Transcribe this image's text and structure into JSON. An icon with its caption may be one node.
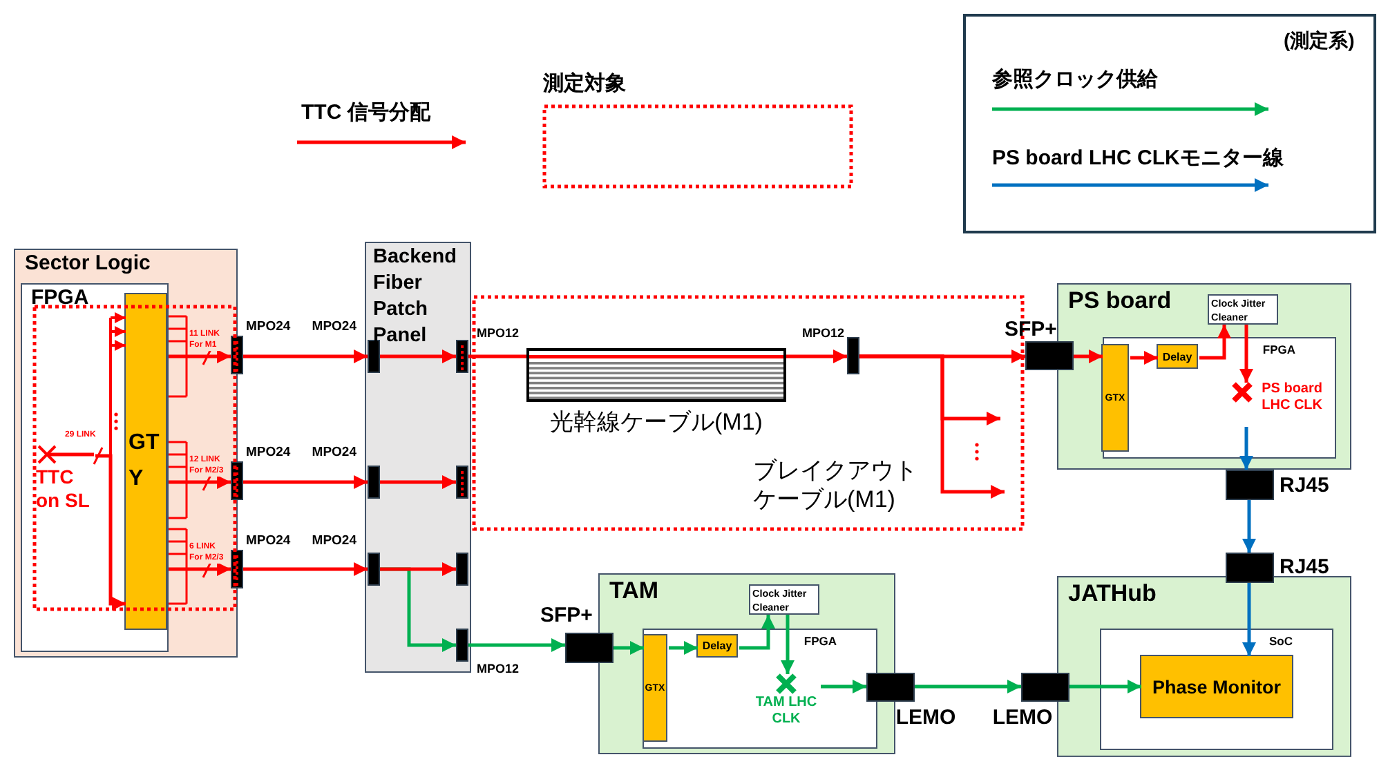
{
  "diagram": {
    "nodes": [
      {
        "text": [
          "Sector Logic"
        ]
      },
      {
        "text": [
          "FPGA"
        ],
        "in": 0
      },
      {
        "text": [
          "GTY"
        ],
        "in": 1
      },
      {
        "text": [
          "TTC on SL"
        ],
        "in": 1
      },
      {
        "text": [],
        "shape": "box",
        "beside": [
          "MPO24"
        ]
      },
      {
        "text": [],
        "shape": "box",
        "beside": [
          "MPO24"
        ]
      },
      {
        "text": [],
        "shape": "box",
        "beside": [
          "MPO24"
        ]
      },
      {
        "text": [
          "Backend Fiber Patch Panel"
        ]
      },
      {
        "text": [],
        "shape": "box",
        "beside": [
          "MPO24"
        ],
        "in": 7
      },
      {
        "text": [],
        "shape": "box",
        "beside": [
          "MPO24"
        ],
        "in": 7
      },
      {
        "text": [],
        "shape": "box",
        "beside": [
          "MPO24"
        ],
        "in": 7
      },
      {
        "text": [],
        "shape": "box",
        "beside": [
          "MPO12"
        ],
        "in": 7
      },
      {
        "text": [],
        "shape": "box",
        "in": 7
      },
      {
        "text": [],
        "shape": "box",
        "in": 7
      },
      {
        "text": [],
        "shape": "box",
        "beside": [
          "MPO12"
        ],
        "in": 7
      },
      {
        "text": [],
        "shape": "cable",
        "beside": [
          "光幹線ケーブル(M1)"
        ]
      },
      {
        "text": [],
        "shape": "box",
        "beside": [
          "MPO12"
        ]
      },
      {
        "text": [
          "PS board"
        ]
      },
      {
        "text": [
          "Clock Jitter Cleaner"
        ],
        "in": 17
      },
      {
        "text": [
          "FPGA"
        ],
        "in": 17
      },
      {
        "text": [
          "GTX"
        ],
        "in": 19
      },
      {
        "text": [
          "Delay"
        ],
        "in": 19
      },
      {
        "text": [
          "PS board LHC CLK"
        ],
        "in": 19
      },
      {
        "text": [],
        "shape": "box",
        "beside": [
          "SFP+"
        ]
      },
      {
        "text": [],
        "shape": "box",
        "beside": [
          "RJ45"
        ]
      },
      {
        "text": [],
        "shape": "box",
        "beside": [
          "RJ45"
        ]
      },
      {
        "text": [
          "TAM"
        ]
      },
      {
        "text": [
          "Clock Jitter Cleaner"
        ],
        "in": 26
      },
      {
        "text": [
          "FPGA"
        ],
        "in": 26
      },
      {
        "text": [
          "GTX"
        ],
        "in": 28
      },
      {
        "text": [
          "Delay"
        ],
        "in": 28
      },
      {
        "text": [
          "TAM LHC CLK"
        ],
        "in": 28
      },
      {
        "text": [],
        "shape": "box",
        "beside": [
          "SFP+"
        ]
      },
      {
        "text": [],
        "shape": "box",
        "beside": [
          "LEMO"
        ]
      },
      {
        "text": [],
        "shape": "box",
        "beside": [
          "LEMO"
        ]
      },
      {
        "text": [
          "JATHub"
        ]
      },
      {
        "text": [
          "SoC"
        ],
        "in": 35
      },
      {
        "text": [
          "Phase Monitor"
        ],
        "in": 36
      }
    ],
    "edges": [
      {
        "from": 3,
        "to": 2,
        "arrow": "to",
        "label": "29 LINK"
      },
      {
        "from": 2,
        "to": 4,
        "arrow": "to",
        "label": "11 LINK For M1"
      },
      {
        "from": 2,
        "to": 5,
        "arrow": "to",
        "label": "12 LINK For M2/3"
      },
      {
        "from": 2,
        "to": 6,
        "arrow": "to",
        "label": "6 LINK For M2/3"
      },
      {
        "from": 4,
        "to": 8,
        "arrow": "to"
      },
      {
        "from": 5,
        "to": 9,
        "arrow": "to"
      },
      {
        "from": 6,
        "to": 10,
        "arrow": "to"
      },
      {
        "from": 8,
        "to": 11,
        "arrow": "to"
      },
      {
        "from": 9,
        "to": 12,
        "arrow": "to"
      },
      {
        "from": 10,
        "to": 13,
        "arrow": "to"
      },
      {
        "from": 10,
        "to": 14,
        "arrow": "to",
        "color": "#00b050"
      },
      {
        "from": 11,
        "to": 15,
        "arrow": "none"
      },
      {
        "from": 15,
        "to": 16,
        "arrow": "to"
      },
      {
        "from": 16,
        "to": 23,
        "arrow": "to"
      },
      {
        "from": 16,
        "to": null,
        "arrow": "to"
      },
      {
        "from": 16,
        "to": null,
        "arrow": "to"
      },
      {
        "from": 23,
        "to": 20,
        "arrow": "to"
      },
      {
        "from": 20,
        "to": 21,
        "arrow": "to"
      },
      {
        "from": 21,
        "to": 18,
        "arrow": "to"
      },
      {
        "from": 18,
        "to": 22,
        "arrow": "to"
      },
      {
        "from": 22,
        "to": 24,
        "arrow": "to",
        "color": "#0070c0"
      },
      {
        "from": 24,
        "to": 25,
        "arrow": "to",
        "color": "#0070c0"
      },
      {
        "from": 25,
        "to": 37,
        "arrow": "to",
        "color": "#0070c0"
      },
      {
        "from": 14,
        "to": 32,
        "arrow": "to",
        "color": "#00b050"
      },
      {
        "from": 32,
        "to": 29,
        "arrow": "to",
        "color": "#00b050"
      },
      {
        "from": 29,
        "to": 30,
        "arrow": "to",
        "color": "#00b050"
      },
      {
        "from": 30,
        "to": 27,
        "arrow": "to",
        "color": "#00b050"
      },
      {
        "from": 27,
        "to": 31,
        "arrow": "to",
        "color": "#00b050"
      },
      {
        "from": 31,
        "to": 33,
        "arrow": "to",
        "color": "#00b050"
      },
      {
        "from": 33,
        "to": 34,
        "arrow": "to",
        "color": "#00b050"
      },
      {
        "from": 34,
        "to": 37,
        "arrow": "to",
        "color": "#00b050"
      }
    ],
    "labels": [
      "(測定系)",
      "ブレイクアウトケーブル(M1)"
    ],
    "legend": [
      {
        "text": "TTC 信号分配"
      },
      {
        "text": "測定対象"
      },
      {
        "text": "参照クロック供給"
      },
      {
        "text": "PS board LHC CLKモニター線"
      }
    ]
  }
}
